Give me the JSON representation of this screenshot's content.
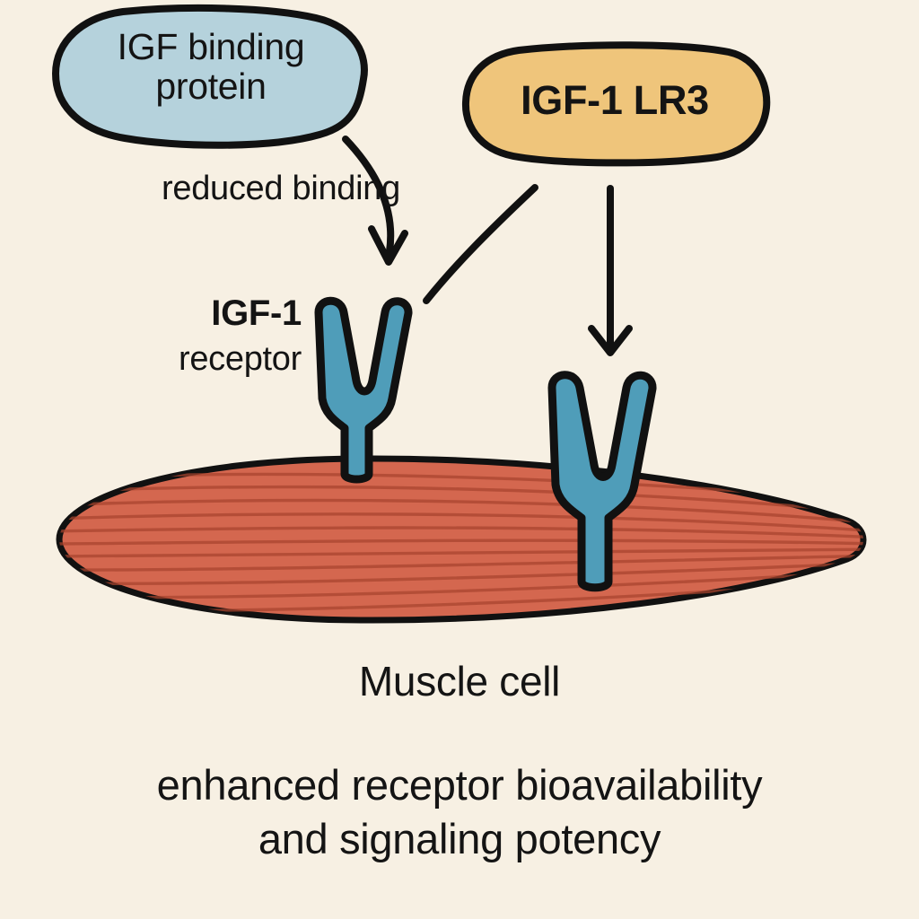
{
  "figure": {
    "background_color": "#f7f0e3",
    "stroke_color": "#111111"
  },
  "nodes": {
    "binding_protein": {
      "label": "IGF binding\nprotein",
      "label_line1": "IGF binding",
      "label_line2": "protein",
      "fill_color": "#b5d2dc",
      "shape": "organic-blob"
    },
    "igf1_lr3": {
      "label": "IGF‑1 LR3",
      "fill_color": "#efc57b",
      "shape": "organic-rounded-rect"
    },
    "receptor": {
      "label_line1": "IGF‑1",
      "label_line2": "receptor",
      "fill_color": "#4f9db9",
      "shape": "y-receptor",
      "count": 2
    },
    "muscle_cell": {
      "label": "Muscle cell",
      "fill_color": "#d4674f",
      "striation_color": "#a8452f",
      "shape": "spindle-ellipse"
    }
  },
  "connectors": {
    "reduced_binding": {
      "label_line1": "reduced",
      "label_line2": "binding",
      "label": "reduced binding",
      "style": "curved-arrow",
      "from": "binding-protein",
      "to": "receptor-left"
    },
    "lr3_to_left_receptor": {
      "style": "curved-line-no-arrowhead",
      "from": "igf1-lr3",
      "to": "receptor-left"
    },
    "lr3_to_right_receptor": {
      "style": "straight-arrow",
      "from": "igf1-lr3",
      "to": "receptor-right"
    }
  },
  "caption": {
    "line1": "enhanced receptor bioavailability",
    "line2": "and signaling potency"
  }
}
